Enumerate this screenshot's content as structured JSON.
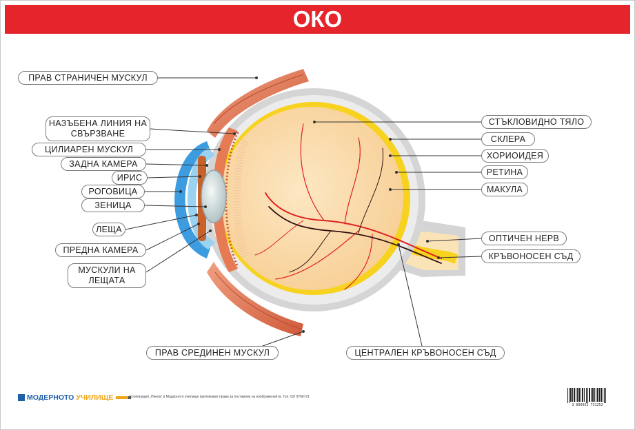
{
  "title": "ОКО",
  "labels": {
    "lateral_muscle": "ПРАВ СТРАНИЧЕН МУСКУЛ",
    "ora_serrata": "НАЗЪБЕНА ЛИНИЯ НА СВЪРЗВАНЕ",
    "ciliary_muscle": "ЦИЛИАРЕН МУСКУЛ",
    "posterior_chamber": "ЗАДНА КАМЕРА",
    "iris": "ИРИС",
    "cornea": "РОГОВИЦА",
    "pupil": "ЗЕНИЦА",
    "lens": "ЛЕЩА",
    "anterior_chamber": "ПРЕДНА КАМЕРА",
    "lens_muscles": "МУСКУЛИ НА ЛЕЩАТА",
    "medial_muscle": "ПРАВ СРЕДИНЕН МУСКУЛ",
    "vitreous_body": "СТЪКЛОВИДНО ТЯЛО",
    "sclera": "СКЛЕРА",
    "choroid": "ХОРИОИДЕЯ",
    "retina": "РЕТИНА",
    "macula": "МАКУЛА",
    "optic_nerve": "ОПТИЧЕН НЕРВ",
    "blood_vessel": "КРЪВОНОСЕН СЪД",
    "central_vessel": "ЦЕНТРАЛЕН КРЪВОНОСЕН СЪД"
  },
  "footer": {
    "brand_part1": "МОДЕРНОТО",
    "brand_part2": "УЧИЛИЩЕ",
    "copyright": "Кооперация „Пчела“ и Модерното училище притежават права за поставяне на изображенията. Тел. 02/ 9766721",
    "barcode_number": "3 800052 731252"
  },
  "colors": {
    "title_bar": "#e6242b",
    "sclera": "#d4d4d4",
    "vitreous": "#fbe0b6",
    "retina_ring": "#f7d21e",
    "muscle": "#e2785a",
    "cornea": "#5eb1e6",
    "vessel_red": "#e02020"
  }
}
